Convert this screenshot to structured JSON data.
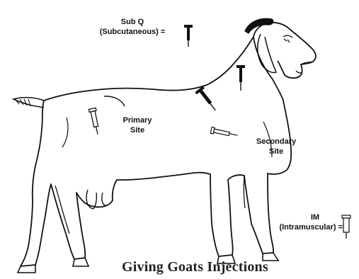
{
  "labels": {
    "subq_line1": "Sub Q",
    "subq_line2": "(Subcutaneous) =",
    "primary_line1": "Primary",
    "primary_line2": "Site",
    "secondary_line1": "Secondary",
    "secondary_line2": "Site",
    "im_line1": "IM",
    "im_line2": "(Intramuscular) ="
  },
  "caption": "Giving Goats Injections",
  "colors": {
    "ink": "#111111",
    "background": "#ffffff"
  },
  "icons": {
    "subq_legend": "syringe-upright-icon",
    "im_legend": "syringe-upright-icon"
  }
}
